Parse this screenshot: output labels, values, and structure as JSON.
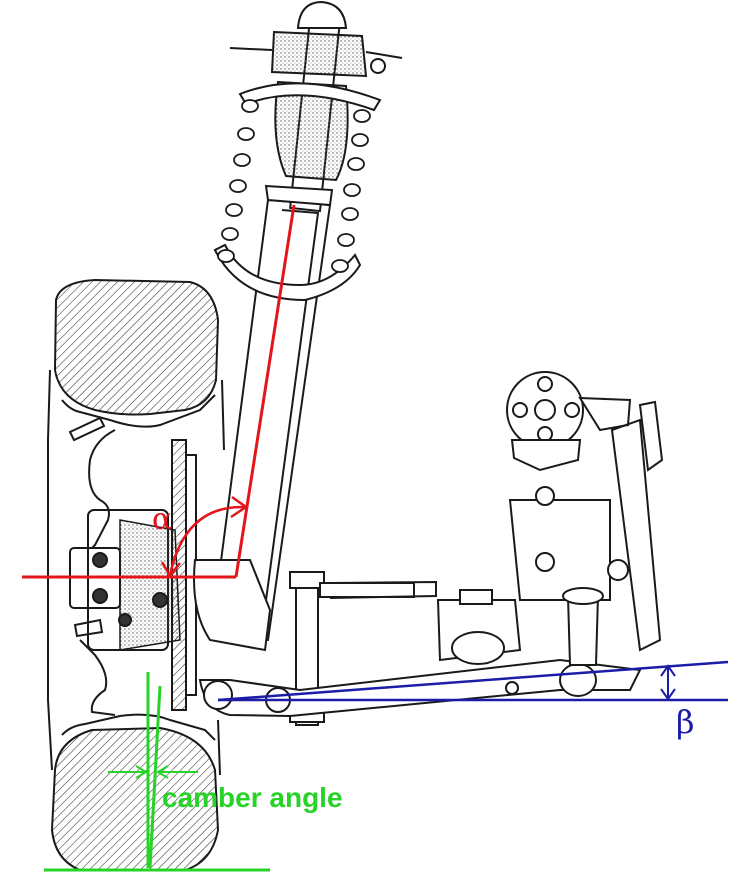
{
  "labels": {
    "alpha": "α",
    "beta": "β",
    "camber": "camber angle"
  },
  "colors": {
    "kingpin": "#e3161b",
    "control_arm": "#1c1ca8",
    "camber": "#26d326",
    "drawing": "#1a1a1a"
  }
}
